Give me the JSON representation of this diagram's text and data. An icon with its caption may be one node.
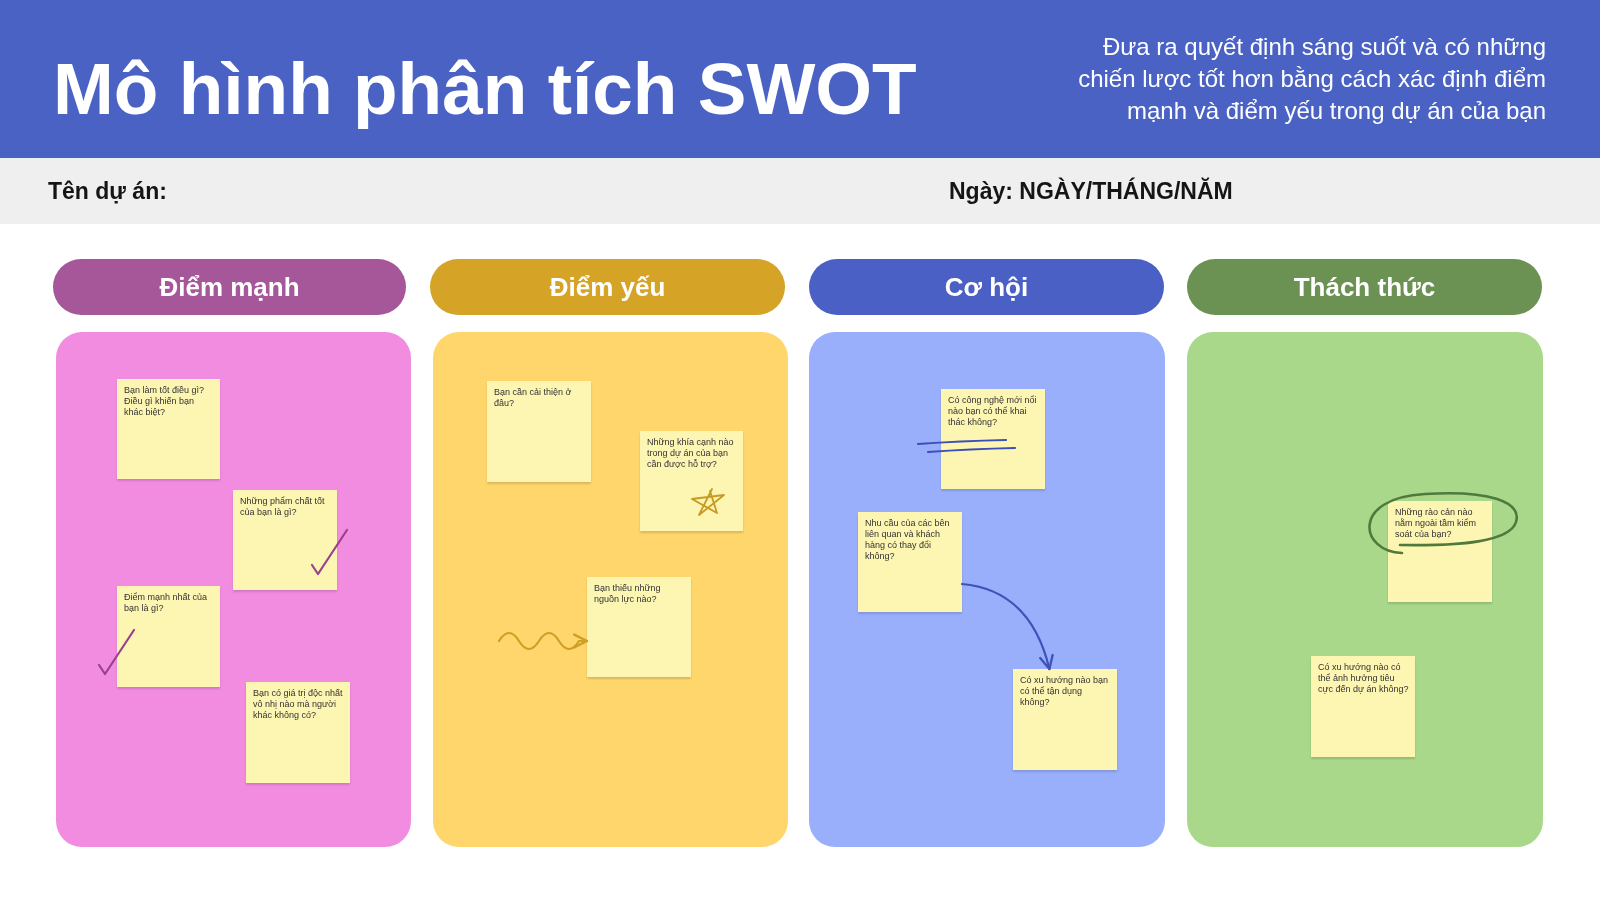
{
  "diagram": {
    "title": "Mô hình phân tích SWOT",
    "nodes": [
      {
        "text": [
          "Điểm mạnh"
        ]
      },
      {
        "text": [
          "Điểm yếu"
        ]
      },
      {
        "text": [
          "Cơ hội"
        ]
      },
      {
        "text": [
          "Thách thức"
        ]
      },
      {
        "text": [],
        "shape": "box"
      },
      {
        "text": [
          "Bạn làm tốt điều gì? Điều gì khiến bạn khác biệt?"
        ],
        "in": 4
      },
      {
        "text": [
          "Những phẩm chất tốt của bạn là gì?"
        ],
        "in": 4
      },
      {
        "text": [
          "Điểm mạnh nhất của bạn là gì?"
        ],
        "in": 4
      },
      {
        "text": [
          "Bạn có giá trị độc nhất vô nhị nào mà người khác không có?"
        ],
        "in": 4
      },
      {
        "text": [],
        "shape": "box"
      },
      {
        "text": [
          "Bạn cần cải thiện ở đâu?"
        ],
        "in": 9
      },
      {
        "text": [
          "Những khía cạnh nào trong dự án của bạn cần được hỗ trợ?"
        ],
        "in": 9
      },
      {
        "text": [
          "Bạn thiếu những nguồn lực nào?"
        ],
        "in": 9
      },
      {
        "text": [],
        "shape": "box"
      },
      {
        "text": [
          "Có công nghệ mới nổi nào bạn có thể khai thác không?"
        ],
        "in": 13
      },
      {
        "text": [
          "Nhu cầu của các bên liên quan và khách hàng có thay đổi không?"
        ],
        "in": 13
      },
      {
        "text": [
          "Có xu hướng nào bạn có thể tận dụng không?"
        ],
        "in": 13
      },
      {
        "text": [],
        "shape": "box"
      },
      {
        "text": [
          "Những rào cản nào nằm ngoài tầm kiểm soát của bạn?"
        ],
        "in": 17
      },
      {
        "text": [
          "Có xu hướng nào có thể ảnh hưởng tiêu cực đến dự án không?"
        ],
        "in": 17
      }
    ],
    "edges": [
      {
        "from": null,
        "to": 12,
        "arrow": "to",
        "color": "#d09e24"
      },
      {
        "from": 15,
        "to": 16,
        "arrow": "to",
        "color": "#3f52b8"
      }
    ],
    "labels": [
      "Đưa ra quyết định sáng suốt và có những chiến lược tốt hơn bằng cách xác định điểm mạnh và điểm yếu trong dự án của bạn",
      "Tên dự án:",
      "Ngày: NGÀY/THÁNG/NĂM"
    ]
  }
}
